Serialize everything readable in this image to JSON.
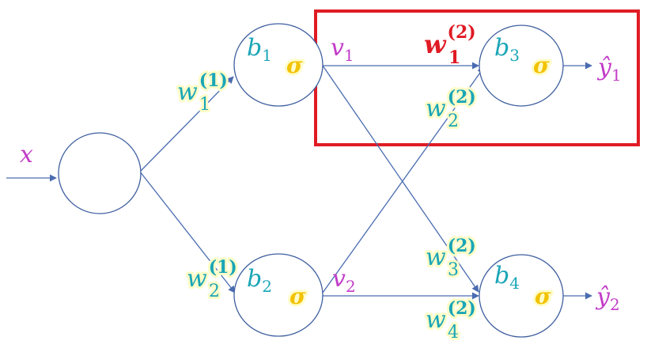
{
  "colors": {
    "line": "#4a6cb0",
    "node_stroke": "#3f5f9f",
    "input_label": "#c23cc8",
    "bias": "#1aa6b7",
    "sigma": "#f2c200",
    "weight": "#1aa6b7",
    "weight_glow": "#fffcc8",
    "highlight": "#e01b24"
  },
  "input": {
    "label": "x"
  },
  "hidden": [
    {
      "bias": "b",
      "bias_sub": "1",
      "activation": "σ",
      "out": "v",
      "out_sub": "1"
    },
    {
      "bias": "b",
      "bias_sub": "2",
      "activation": "σ",
      "out": "v",
      "out_sub": "2"
    }
  ],
  "output": [
    {
      "bias": "b",
      "bias_sub": "3",
      "activation": "σ",
      "out": "ŷ",
      "out_sub": "1"
    },
    {
      "bias": "b",
      "bias_sub": "4",
      "activation": "σ",
      "out": "ŷ",
      "out_sub": "2"
    }
  ],
  "weights": [
    {
      "base": "w",
      "sub": "1",
      "sup": "(1)"
    },
    {
      "base": "w",
      "sub": "2",
      "sup": "(1)"
    },
    {
      "base": "w",
      "sub": "1",
      "sup": "(2)",
      "highlighted": true
    },
    {
      "base": "w",
      "sub": "2",
      "sup": "(2)"
    },
    {
      "base": "w",
      "sub": "3",
      "sup": "(2)"
    },
    {
      "base": "w",
      "sub": "4",
      "sup": "(2)"
    }
  ]
}
